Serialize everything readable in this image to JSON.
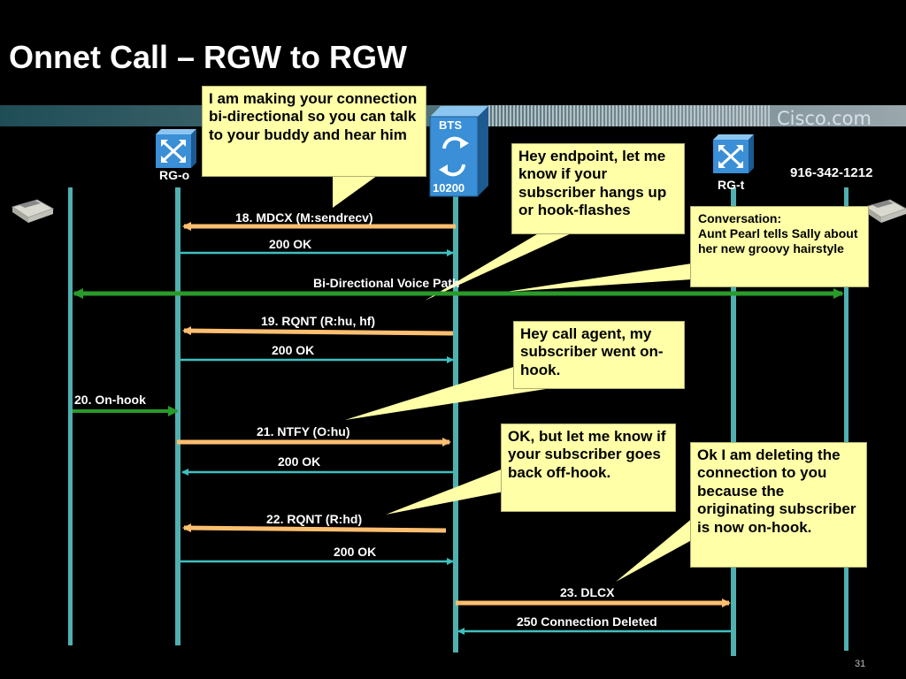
{
  "title": "Onnet Call – RGW to RGW",
  "brand": "Cisco.com",
  "page_number": "31",
  "nodes": {
    "rg_o": {
      "label": "RG-o"
    },
    "bts": {
      "label": "BTS",
      "number": "10200"
    },
    "rg_t": {
      "label": "RG-t",
      "phone_number": "916-342-1212"
    }
  },
  "messages": [
    {
      "id": "m18",
      "label": "18. MDCX (M:sendrecv)"
    },
    {
      "id": "m18ok",
      "label": "200 OK"
    },
    {
      "id": "voice",
      "label": "Bi-Directional Voice Path"
    },
    {
      "id": "m19",
      "label": "19. RQNT (R:hu, hf)"
    },
    {
      "id": "m19ok",
      "label": "200 OK"
    },
    {
      "id": "m20",
      "label": "20. On-hook"
    },
    {
      "id": "m21",
      "label": "21. NTFY (O:hu)"
    },
    {
      "id": "m21ok",
      "label": "200 OK"
    },
    {
      "id": "m22",
      "label": "22. RQNT (R:hd)"
    },
    {
      "id": "m22ok",
      "label": "200 OK"
    },
    {
      "id": "m23",
      "label": "23. DLCX"
    },
    {
      "id": "m23ok",
      "label": "250 Connection Deleted"
    }
  ],
  "callouts": {
    "bidirectional": "I am making your connection bi-directional so you can talk to your buddy and hear him",
    "hook_flash": "Hey endpoint, let me know if your subscriber hangs up or hook-flashes",
    "conversation_title": "Conversation:",
    "conversation_body": "Aunt Pearl tells Sally about her new groovy hairstyle",
    "went_on_hook": "Hey call agent, my subscriber went on-hook.",
    "off_hook": "OK, but  let me know if your subscriber goes back off-hook.",
    "deleting": "Ok I am deleting the connection to you because the originating subscriber is now on-hook."
  },
  "colors": {
    "background": "#000000",
    "lifeline": "#4fb0b0",
    "request_arrow": "#ffbf70",
    "response_arrow": "#3fc0c0",
    "voice_path": "#2a9a2a",
    "callout_bg": "#ffffa8",
    "router_icon": "#3a8fd6"
  }
}
